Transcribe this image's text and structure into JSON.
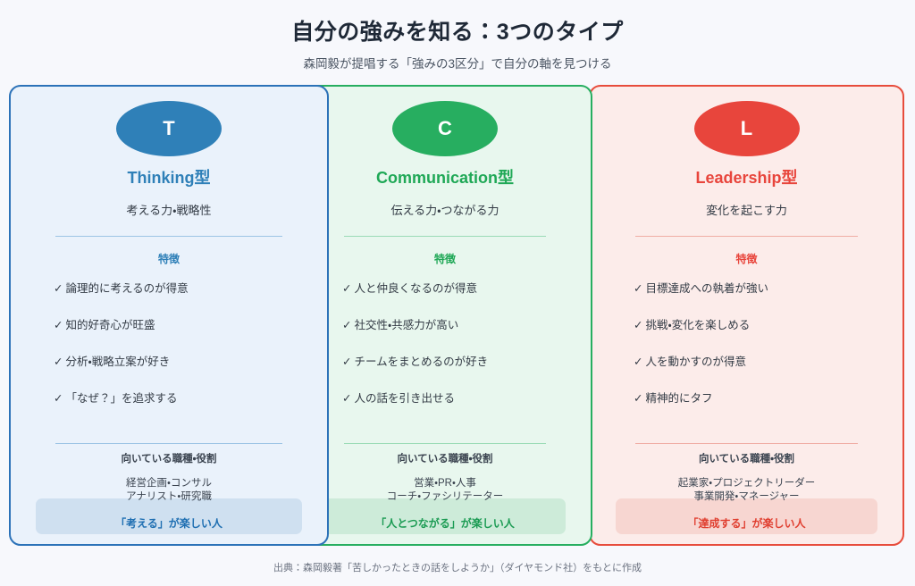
{
  "header": {
    "title": "自分の強みを知る：3つのタイプ",
    "subtitle": "森岡毅が提唱する「強みの3区分」で自分の軸を見つける"
  },
  "labels": {
    "features_heading": "特徴",
    "roles_heading": "向いている職種・役割",
    "check_mark": "✓"
  },
  "colors": {
    "background": "#F7F8FC",
    "blue": "#2F80B8",
    "green": "#27AE60",
    "red": "#E8453C"
  },
  "cards": [
    {
      "badge_letter": "T",
      "type_name": "Thinking型",
      "tagline": "考える力・戦略性",
      "features": [
        "論理的に考えるのが得意",
        "知的好奇心が旺盛",
        "分析・戦略立案が好き",
        "「なぜ？」を追求する"
      ],
      "roles_line1": "経営企画・コンサル",
      "roles_line2": "アナリスト・研究職",
      "highlight": "「考える」が楽しい人"
    },
    {
      "badge_letter": "C",
      "type_name": "Communication型",
      "tagline": "伝える力・つながる力",
      "features": [
        "人と仲良くなるのが得意",
        "社交性・共感力が高い",
        "チームをまとめるのが好き",
        "人の話を引き出せる"
      ],
      "roles_line1": "営業・PR・人事",
      "roles_line2": "コーチ・ファシリテーター",
      "highlight": "「人とつながる」が楽しい人"
    },
    {
      "badge_letter": "L",
      "type_name": "Leadership型",
      "tagline": "変化を起こす力",
      "features": [
        "目標達成への執着が強い",
        "挑戦・変化を楽しめる",
        "人を動かすのが得意",
        "精神的にタフ"
      ],
      "roles_line1": "起業家・プロジェクトリーダー",
      "roles_line2": "事業開発・マネージャー",
      "highlight": "「達成する」が楽しい人"
    }
  ],
  "footer": {
    "source": "出典：森岡毅著「苦しかったときの話をしようか」（ダイヤモンド社）をもとに作成"
  }
}
